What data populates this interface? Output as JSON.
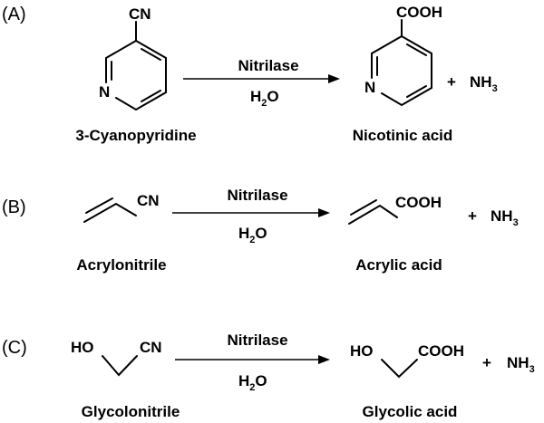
{
  "panels": [
    {
      "label": "(A)",
      "reactant": {
        "groups": [
          "CN",
          "N"
        ],
        "name": "3-Cyanopyridine"
      },
      "reagent": {
        "enzyme": "Nitrilase",
        "water": "H",
        "water_sub": "2",
        "water_tail": "O"
      },
      "product": {
        "groups": [
          "COOH",
          "N"
        ],
        "name": "Nicotinic acid"
      },
      "byproduct": {
        "plus": "+",
        "main": "NH",
        "sub": "3"
      }
    },
    {
      "label": "(B)",
      "reactant": {
        "groups": [
          "CN"
        ],
        "name": "Acrylonitrile"
      },
      "reagent": {
        "enzyme": "Nitrilase",
        "water": "H",
        "water_sub": "2",
        "water_tail": "O"
      },
      "product": {
        "groups": [
          "COOH"
        ],
        "name": "Acrylic acid"
      },
      "byproduct": {
        "plus": "+",
        "main": "NH",
        "sub": "3"
      }
    },
    {
      "label": "(C)",
      "reactant": {
        "groups": [
          "HO",
          "CN"
        ],
        "name": "Glycolonitrile"
      },
      "reagent": {
        "enzyme": "Nitrilase",
        "water": "H",
        "water_sub": "2",
        "water_tail": "O"
      },
      "product": {
        "groups": [
          "HO",
          "COOH"
        ],
        "name": "Glycolic acid"
      },
      "byproduct": {
        "plus": "+",
        "main": "NH",
        "sub": "3"
      }
    }
  ]
}
